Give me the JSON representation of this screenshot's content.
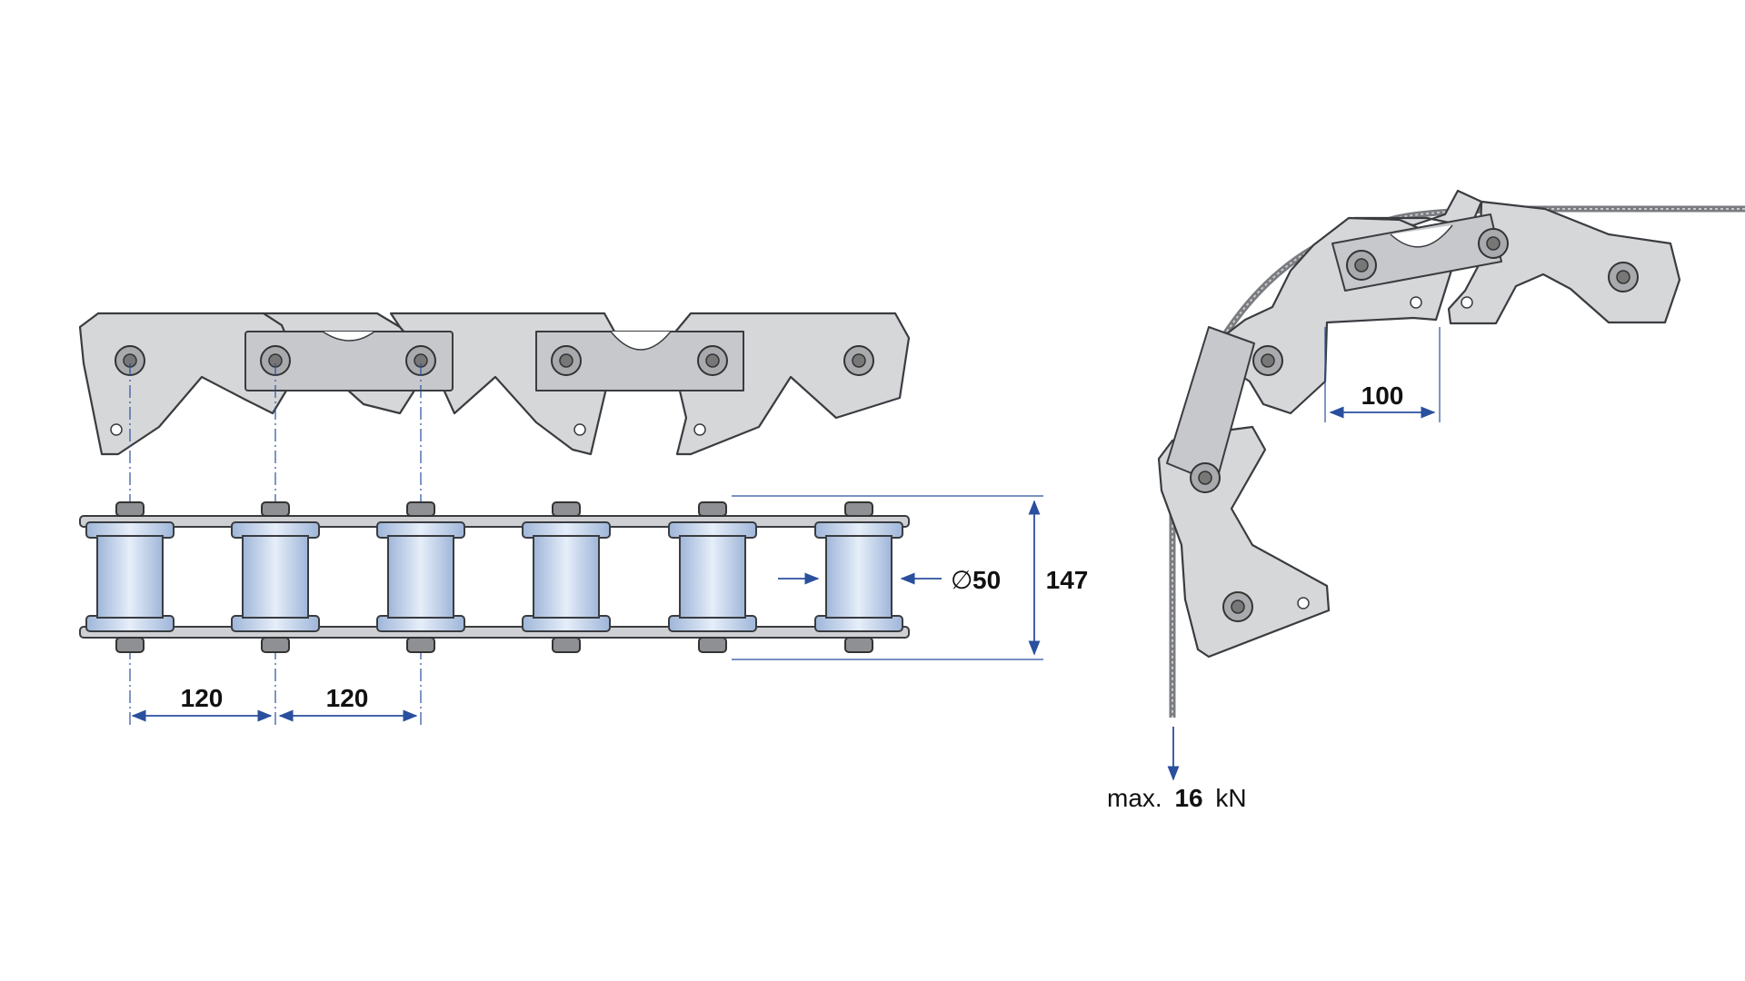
{
  "dimensions": {
    "pitch_left": "120",
    "pitch_right": "120",
    "diameter_symbol": "∅",
    "diameter_value": "50",
    "height": "147",
    "bend_gap": "100"
  },
  "load": {
    "prefix": "max.",
    "value": "16",
    "unit": "kN"
  },
  "colors": {
    "dimension_line": "#2a4f9e",
    "plate": "#d6d7d9",
    "roller": "#b7cbe6"
  }
}
